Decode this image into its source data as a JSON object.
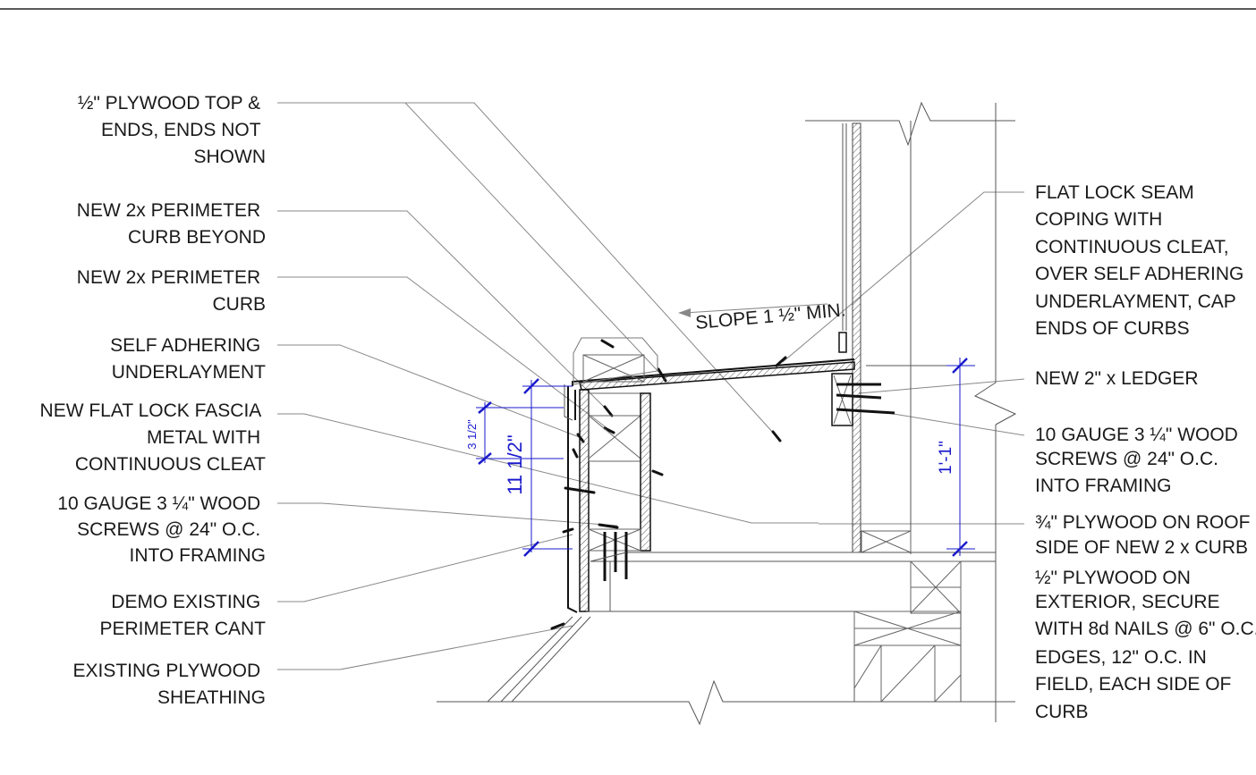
{
  "labels_left": [
    [
      "½\" PLYWOOD TOP &",
      "ENDS, ENDS NOT",
      "SHOWN"
    ],
    [
      "NEW 2x PERIMETER",
      "CURB BEYOND"
    ],
    [
      "NEW 2x PERIMETER",
      "CURB"
    ],
    [
      "SELF ADHERING",
      "UNDERLAYMENT"
    ],
    [
      "NEW FLAT LOCK FASCIA",
      "METAL WITH",
      "CONTINUOUS CLEAT"
    ],
    [
      "10 GAUGE 3 ¼\" WOOD",
      "SCREWS @ 24\" O.C.",
      "INTO FRAMING"
    ],
    [
      "DEMO EXISTING",
      "PERIMETER CANT"
    ],
    [
      "EXISTING PLYWOOD",
      "SHEATHING"
    ]
  ],
  "labels_right": [
    [
      "FLAT LOCK  SEAM",
      "COPING WITH",
      "CONTINUOUS CLEAT,",
      "OVER SELF ADHERING",
      "UNDERLAYMENT, CAP",
      "ENDS OF CURBS"
    ],
    [
      "NEW 2\" x LEDGER"
    ],
    [
      "10 GAUGE 3 ¼\" WOOD",
      "SCREWS @ 24\" O.C.",
      "INTO FRAMING"
    ],
    [
      "¾\" PLYWOOD ON ROOF",
      "SIDE OF NEW 2 x CURB",
      "½\" PLYWOOD ON",
      "EXTERIOR, SECURE",
      "WITH 8d NAILS @ 6\" O.C.",
      "EDGES, 12\" O.C. IN",
      "FIELD, EACH SIDE OF",
      "CURB"
    ]
  ],
  "slope_note": "SLOPE 1 ½\" MIN.",
  "dimensions": {
    "small": "3 1/2\"",
    "curb": "11 1/2\"",
    "ledger": "1'-1\""
  }
}
